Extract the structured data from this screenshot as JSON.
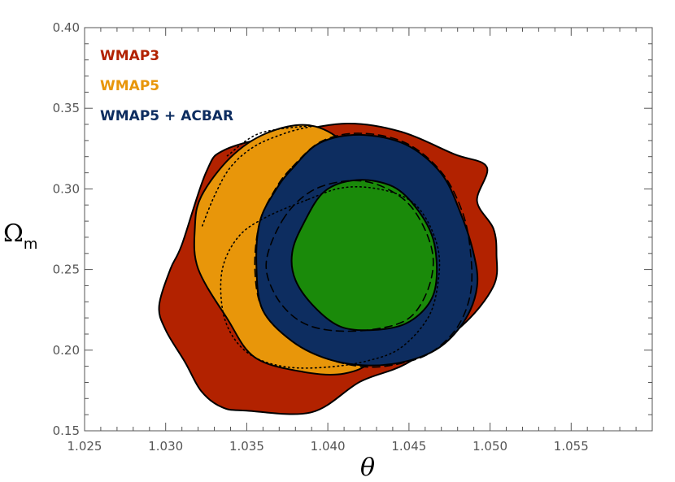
{
  "chart_data": {
    "type": "contour",
    "xlabel": "θ",
    "ylabel": {
      "main": "Ω",
      "sub": "m"
    },
    "xlim": [
      1.025,
      1.06
    ],
    "ylim": [
      0.15,
      0.4
    ],
    "xticks": [
      1.025,
      1.03,
      1.035,
      1.04,
      1.045,
      1.05,
      1.055
    ],
    "xtick_labels": [
      "1.025",
      "1.030",
      "1.035",
      "1.040",
      "1.045",
      "1.050",
      "1.055"
    ],
    "yticks": [
      0.15,
      0.2,
      0.25,
      0.3,
      0.35,
      0.4
    ],
    "ytick_labels": [
      "0.15",
      "0.20",
      "0.25",
      "0.30",
      "0.35",
      "0.40"
    ],
    "legend_placement": "top-left",
    "legend": [
      {
        "label": "WMAP3",
        "color": "#b22200"
      },
      {
        "label": "WMAP5",
        "color": "#e8960a"
      },
      {
        "label": "WMAP5 + ACBAR",
        "color": "#0d2d60"
      }
    ],
    "regions": [
      {
        "series": "WMAP3",
        "level": "outer",
        "color": "#b22200",
        "points": [
          [
            1.0337,
            0.3245
          ],
          [
            1.0375,
            0.3345
          ],
          [
            1.0412,
            0.3405
          ],
          [
            1.0445,
            0.3355
          ],
          [
            1.0478,
            0.3215
          ],
          [
            1.0498,
            0.3135
          ],
          [
            1.0492,
            0.2925
          ],
          [
            1.0502,
            0.2755
          ],
          [
            1.0504,
            0.2595
          ],
          [
            1.0502,
            0.2395
          ],
          [
            1.0482,
            0.2145
          ],
          [
            1.0448,
            0.1915
          ],
          [
            1.042,
            0.1805
          ],
          [
            1.039,
            0.1615
          ],
          [
            1.035,
            0.1625
          ],
          [
            1.0335,
            0.1645
          ],
          [
            1.0322,
            0.1745
          ],
          [
            1.0312,
            0.1925
          ],
          [
            1.03,
            0.2125
          ],
          [
            1.0296,
            0.2275
          ],
          [
            1.0303,
            0.2505
          ],
          [
            1.031,
            0.2655
          ],
          [
            1.0325,
            0.3105
          ]
        ]
      },
      {
        "series": "WMAP5",
        "level": "outer",
        "color": "#e8960a",
        "points": [
          [
            1.034,
            0.3195
          ],
          [
            1.0362,
            0.3345
          ],
          [
            1.0388,
            0.3395
          ],
          [
            1.041,
            0.3285
          ],
          [
            1.043,
            0.3005
          ],
          [
            1.044,
            0.2755
          ],
          [
            1.0448,
            0.2455
          ],
          [
            1.0442,
            0.2205
          ],
          [
            1.0428,
            0.1945
          ],
          [
            1.041,
            0.1855
          ],
          [
            1.0385,
            0.1865
          ],
          [
            1.0355,
            0.1955
          ],
          [
            1.0338,
            0.2195
          ],
          [
            1.032,
            0.2505
          ],
          [
            1.0318,
            0.2755
          ],
          [
            1.0322,
            0.2955
          ]
        ]
      },
      {
        "series": "WMAP5 + ACBAR",
        "level": "outer",
        "color": "#0d2d60",
        "points": [
          [
            1.0378,
            0.3125
          ],
          [
            1.0395,
            0.3285
          ],
          [
            1.042,
            0.3335
          ],
          [
            1.0448,
            0.3275
          ],
          [
            1.047,
            0.3095
          ],
          [
            1.0482,
            0.2845
          ],
          [
            1.049,
            0.2595
          ],
          [
            1.0492,
            0.2395
          ],
          [
            1.0485,
            0.2195
          ],
          [
            1.047,
            0.2025
          ],
          [
            1.045,
            0.1935
          ],
          [
            1.0425,
            0.1905
          ],
          [
            1.04,
            0.1945
          ],
          [
            1.0378,
            0.2055
          ],
          [
            1.036,
            0.2245
          ],
          [
            1.0356,
            0.2505
          ],
          [
            1.0358,
            0.2795
          ],
          [
            1.0368,
            0.2995
          ]
        ]
      },
      {
        "series": "WMAP5 + ACBAR",
        "level": "inner",
        "color": "#1a8a0a",
        "points": [
          [
            1.0385,
            0.2785
          ],
          [
            1.0398,
            0.2985
          ],
          [
            1.0418,
            0.3055
          ],
          [
            1.044,
            0.3015
          ],
          [
            1.0455,
            0.2875
          ],
          [
            1.0465,
            0.2685
          ],
          [
            1.0467,
            0.2445
          ],
          [
            1.0462,
            0.2285
          ],
          [
            1.0448,
            0.2165
          ],
          [
            1.0428,
            0.2125
          ],
          [
            1.0408,
            0.2145
          ],
          [
            1.0392,
            0.2265
          ],
          [
            1.038,
            0.2435
          ],
          [
            1.0378,
            0.2605
          ]
        ]
      }
    ],
    "contour_lines": [
      {
        "style": "dashed",
        "points": [
          [
            1.0372,
            0.2805
          ],
          [
            1.0388,
            0.2975
          ],
          [
            1.0408,
            0.3045
          ],
          [
            1.0428,
            0.3035
          ],
          [
            1.0448,
            0.2925
          ],
          [
            1.046,
            0.2745
          ],
          [
            1.0465,
            0.2545
          ],
          [
            1.046,
            0.2335
          ],
          [
            1.0448,
            0.2185
          ],
          [
            1.0425,
            0.2125
          ],
          [
            1.04,
            0.2125
          ],
          [
            1.0382,
            0.2185
          ],
          [
            1.0368,
            0.2335
          ],
          [
            1.0362,
            0.2545
          ]
        ]
      },
      {
        "style": "dashed",
        "points": [
          [
            1.0378,
            0.3135
          ],
          [
            1.0396,
            0.3295
          ],
          [
            1.042,
            0.3345
          ],
          [
            1.0448,
            0.3285
          ],
          [
            1.047,
            0.3105
          ],
          [
            1.0483,
            0.2855
          ],
          [
            1.0488,
            0.2605
          ],
          [
            1.0488,
            0.2355
          ],
          [
            1.048,
            0.2145
          ],
          [
            1.0465,
            0.1995
          ],
          [
            1.0448,
            0.1925
          ],
          [
            1.0425,
            0.1895
          ],
          [
            1.04,
            0.1945
          ],
          [
            1.0378,
            0.2055
          ],
          [
            1.036,
            0.2245
          ],
          [
            1.0355,
            0.2505
          ],
          [
            1.0358,
            0.2795
          ],
          [
            1.0368,
            0.3005
          ]
        ]
      },
      {
        "style": "dotted",
        "points": [
          [
            1.0388,
            0.2935
          ],
          [
            1.0408,
            0.3005
          ],
          [
            1.0428,
            0.3005
          ],
          [
            1.0448,
            0.2945
          ],
          [
            1.046,
            0.2825
          ],
          [
            1.0468,
            0.2625
          ],
          [
            1.0468,
            0.2425
          ],
          [
            1.0462,
            0.2205
          ],
          [
            1.0445,
            0.2015
          ],
          [
            1.0425,
            0.1935
          ],
          [
            1.04,
            0.1895
          ],
          [
            1.0375,
            0.1895
          ],
          [
            1.0355,
            0.1955
          ],
          [
            1.0342,
            0.2075
          ],
          [
            1.0335,
            0.2255
          ],
          [
            1.0335,
            0.2505
          ],
          [
            1.0345,
            0.2705
          ],
          [
            1.0362,
            0.2825
          ]
        ]
      },
      {
        "style": "dotted",
        "points": [
          [
            1.0338,
            0.3205
          ],
          [
            1.0358,
            0.3345
          ],
          [
            1.039,
            0.339
          ],
          [
            1.0375,
            0.335
          ],
          [
            1.0355,
            0.3265
          ],
          [
            1.034,
            0.3135
          ],
          [
            1.033,
            0.2955
          ],
          [
            1.0322,
            0.2755
          ]
        ]
      }
    ]
  }
}
